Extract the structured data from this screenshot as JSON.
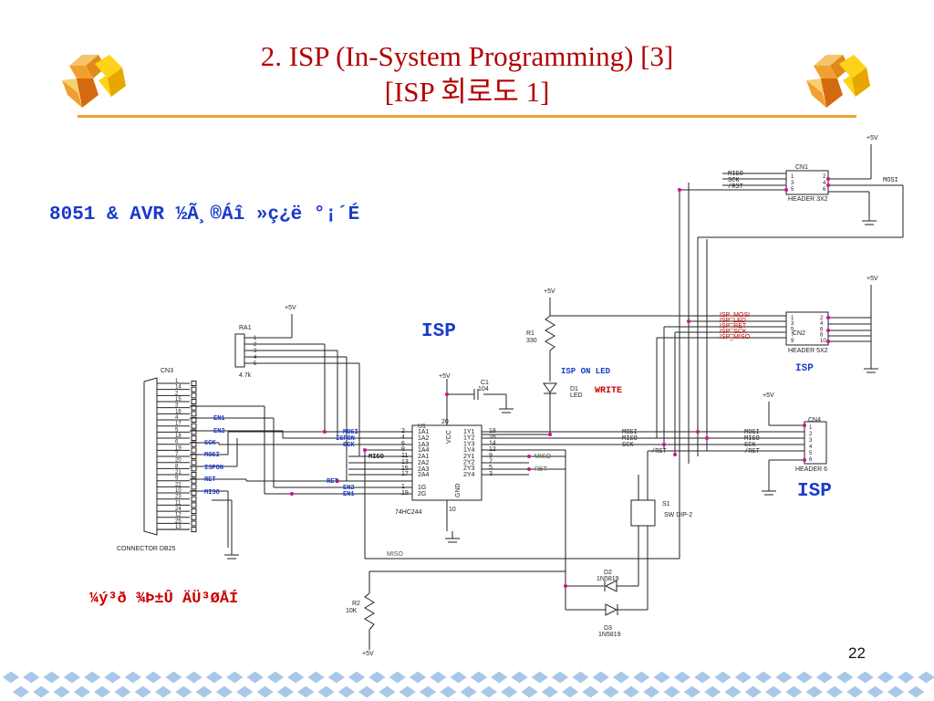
{
  "title": {
    "line1": "2. ISP (In-System Programming) [3]",
    "line2": "[ISP 회로도 1]"
  },
  "page_number": "22",
  "colors": {
    "title": "#b30000",
    "rule": "#f0a030",
    "accent_blue": "#1a3acb",
    "accent_red": "#cc0000"
  },
  "icons": {
    "left": "orange-cube-icon",
    "right": "orange-cube-icon",
    "footer": "diamond-pattern"
  },
  "schematic": {
    "heading": "8051 & AVR ½Ã¸®Áî »ç¿ë °¡´É",
    "note": "¼ý³ð ¾Þ±Û ÄÜ³ØÅÍ",
    "isp_labels": [
      "ISP",
      "ISP",
      "ISP"
    ],
    "isp_on_led": "ISP ON LED",
    "write": "WRITE",
    "power": "+5V",
    "ra1": {
      "ref": "RA1",
      "value": "4.7k",
      "pins": [
        "1",
        "2",
        "3",
        "4",
        "5"
      ]
    },
    "r1": {
      "ref": "R1",
      "value": "330"
    },
    "r2": {
      "ref": "R2",
      "value": "10K"
    },
    "c1": {
      "ref": "C1",
      "value": "104"
    },
    "d1": {
      "ref": "D1",
      "value": "LED"
    },
    "d2": {
      "ref": "D2",
      "value": "1N5819"
    },
    "d3": {
      "ref": "D3",
      "value": "1N5819"
    },
    "s1": {
      "ref": "S1",
      "value": "SW DIP-2"
    },
    "u1": {
      "ref": "U1",
      "value": "74HC244",
      "vcc": "VCC",
      "gnd": "GND",
      "pin_vcc": "20",
      "pin_gnd": "10",
      "left_pins": [
        {
          "num": "2",
          "name": "1A1"
        },
        {
          "num": "4",
          "name": "1A2"
        },
        {
          "num": "6",
          "name": "1A3"
        },
        {
          "num": "8",
          "name": "1A4"
        },
        {
          "num": "11",
          "name": "2A1"
        },
        {
          "num": "13",
          "name": "2A2"
        },
        {
          "num": "15",
          "name": "2A3"
        },
        {
          "num": "17",
          "name": "2A4"
        },
        {
          "num": "1",
          "name": "1G"
        },
        {
          "num": "19",
          "name": "2G"
        }
      ],
      "right_pins": [
        {
          "num": "18",
          "name": "1Y1"
        },
        {
          "num": "16",
          "name": "1Y2"
        },
        {
          "num": "14",
          "name": "1Y3"
        },
        {
          "num": "12",
          "name": "1Y4"
        },
        {
          "num": "9",
          "name": "2Y1"
        },
        {
          "num": "7",
          "name": "2Y2"
        },
        {
          "num": "5",
          "name": "2Y3"
        },
        {
          "num": "3",
          "name": "2Y4"
        }
      ]
    },
    "u1_input_nets": [
      "MOSI",
      "ISPON",
      "SCK",
      "MISO",
      "",
      "",
      "",
      "RET",
      "EN2",
      "EN1"
    ],
    "u1_output_nets": [
      "MOSI",
      "MISO",
      "SCK"
    ],
    "u1_side_nets": [
      "MISO",
      "RET"
    ],
    "cn3": {
      "ref": "CN3",
      "name": "CONNECTOR DB25",
      "pins": [
        "1",
        "14",
        "2",
        "15",
        "3",
        "16",
        "4",
        "17",
        "5",
        "18",
        "6",
        "19",
        "7",
        "20",
        "8",
        "21",
        "9",
        "22",
        "10",
        "23",
        "11",
        "24",
        "12",
        "25",
        "13"
      ],
      "nets": [
        "EN1",
        "EN2",
        "SCK",
        "MOSI",
        "ISPON",
        "RET",
        "MISO"
      ]
    },
    "cn1": {
      "ref": "CN1",
      "name": "HEADER 3X2",
      "pins": [
        "1",
        "2",
        "3",
        "4",
        "5",
        "6"
      ],
      "nets_left": [
        "MISO",
        "SCK",
        "/RST"
      ],
      "net_right": "MOSI"
    },
    "cn2": {
      "ref": "CN2",
      "name": "HEADER 5X2",
      "pins": [
        "1",
        "2",
        "3",
        "4",
        "5",
        "6",
        "7",
        "8",
        "9",
        "10"
      ],
      "nets": [
        "ISP_MOSI",
        "ISP_LED",
        "ISP_RET",
        "ISP_SCK",
        "ISP_MISO"
      ]
    },
    "cn4": {
      "ref": "CN4",
      "name": "HEADER 6",
      "pins": [
        "1",
        "2",
        "3",
        "4",
        "5",
        "6"
      ],
      "nets": [
        "MOSI",
        "MISO",
        "SCK",
        "/RST"
      ]
    },
    "bottom_net": "MISO",
    "rst_net": "/RST"
  }
}
